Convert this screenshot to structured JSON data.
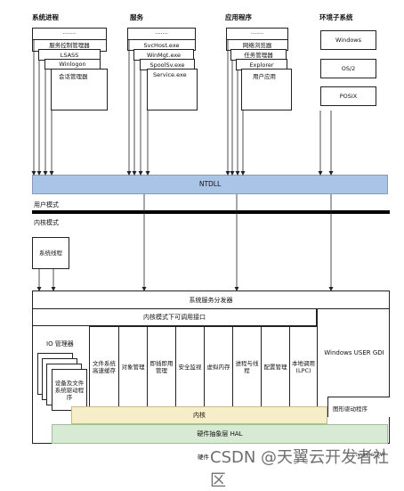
{
  "columns": {
    "system_processes": "系统进程",
    "services": "服务",
    "applications": "应用程序",
    "env_subsystems": "环境子系统"
  },
  "system_process_stack": [
    "·······",
    "服务控制管理器",
    "LSASS",
    "Winlogon",
    "会话管理器"
  ],
  "service_stack": [
    "·······",
    "SvcHost.exe",
    "WinMgt.exe",
    "SpoolSv.exe",
    "Service.exe"
  ],
  "application_stack": [
    "·······",
    "网络浏览器",
    "任务管理器",
    "Explorer",
    "用户应用"
  ],
  "subsystems": [
    "Windows",
    "OS/2",
    "POSIX"
  ],
  "ntdll": "NTDLL",
  "user_mode": "用户模式",
  "kernel_mode": "内核模式",
  "system_threads": "系统线程",
  "system_service_dispatcher": "系统服务分发器",
  "kernel_callable_interface": "内核模式下可调用接口",
  "io_manager": "IO 管理器",
  "device_drivers": "设备及文件系统驱动程序",
  "executive_components": [
    "文件系统高速缓存",
    "对象管理",
    "即插即用管理",
    "安全监视",
    "虚拟内存",
    "进程与线程",
    "配置管理",
    "本地调用(LPC)"
  ],
  "windows_user_gdi": "Windows USER GDI",
  "graphics_drivers": "图形驱动程序",
  "kernel": "内核",
  "hal": "硬件抽象层 HAL",
  "hardware": "硬件",
  "credit_small": "ctyun/JackW",
  "watermark": "CSDN @天翼云开发者社区",
  "colors": {
    "ntdll": "#a9c4e6",
    "kernel": "#f6edc9",
    "hal": "#d7ead3",
    "bar": "#000000"
  }
}
